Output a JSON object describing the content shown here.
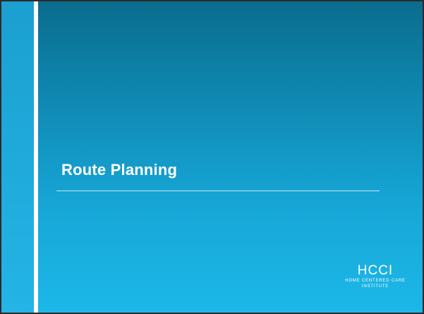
{
  "slide": {
    "title": "Route Planning"
  },
  "logo": {
    "mark": "HCCI",
    "line1": "HOME CENTERED CARE",
    "line2": "INSTITUTE"
  },
  "colors": {
    "background_top": "#0a6c8c",
    "background_bottom": "#1cb8e8",
    "text": "#ffffff"
  }
}
